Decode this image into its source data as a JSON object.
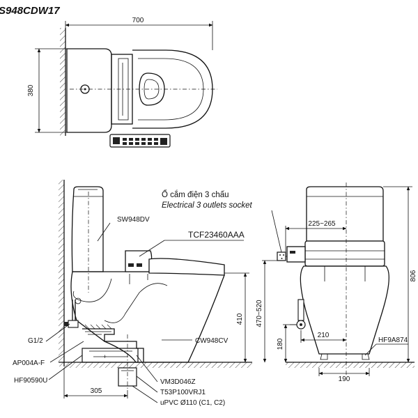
{
  "title": "S948CDW17",
  "top_view": {
    "width_dim": "700",
    "depth_dim": "380"
  },
  "side_view": {
    "labels": {
      "seat_model": "SW948DV",
      "washlet_model": "TCF23460AAA",
      "bowl_model": "CW948CV",
      "water_inlet": "G1/2",
      "stop_valve": "AP004A-F",
      "flange": "HF90590U",
      "adapter": "VM3D046Z",
      "seal": "T53P100VRJ1",
      "pipe": "uPVC Ø110 (C1, C2)"
    },
    "dims": {
      "rough_in": "305",
      "seat_height": "410"
    }
  },
  "front_view": {
    "socket_vi": "Ổ cắm điện 3 chấu",
    "socket_en": "Electrical 3 outlets socket",
    "dims": {
      "socket_offset": "225~265",
      "total_height": "806",
      "socket_height": "470~520",
      "inlet_offset": "210",
      "inlet_height": "180",
      "base_width": "190"
    },
    "fixing_kit": "HF9A874"
  }
}
